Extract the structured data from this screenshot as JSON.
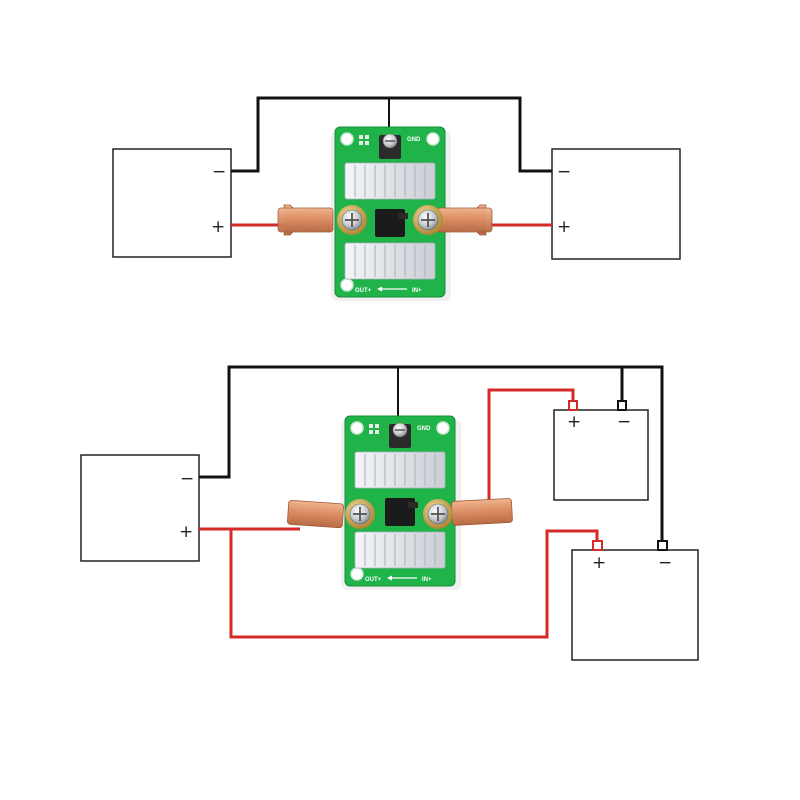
{
  "colors": {
    "negative_wire": "#111111",
    "positive_wire": "#d42a2a",
    "pcb": "#1fb34a",
    "heatsink": "#e4e8ec",
    "copper_lug": "#d9906a",
    "terminal": "#c9a24a"
  },
  "symbols": {
    "minus": "−",
    "plus": "+"
  },
  "board_labels": {
    "gnd": "GND",
    "out_plus": "OUT+",
    "in_plus": "IN+"
  }
}
